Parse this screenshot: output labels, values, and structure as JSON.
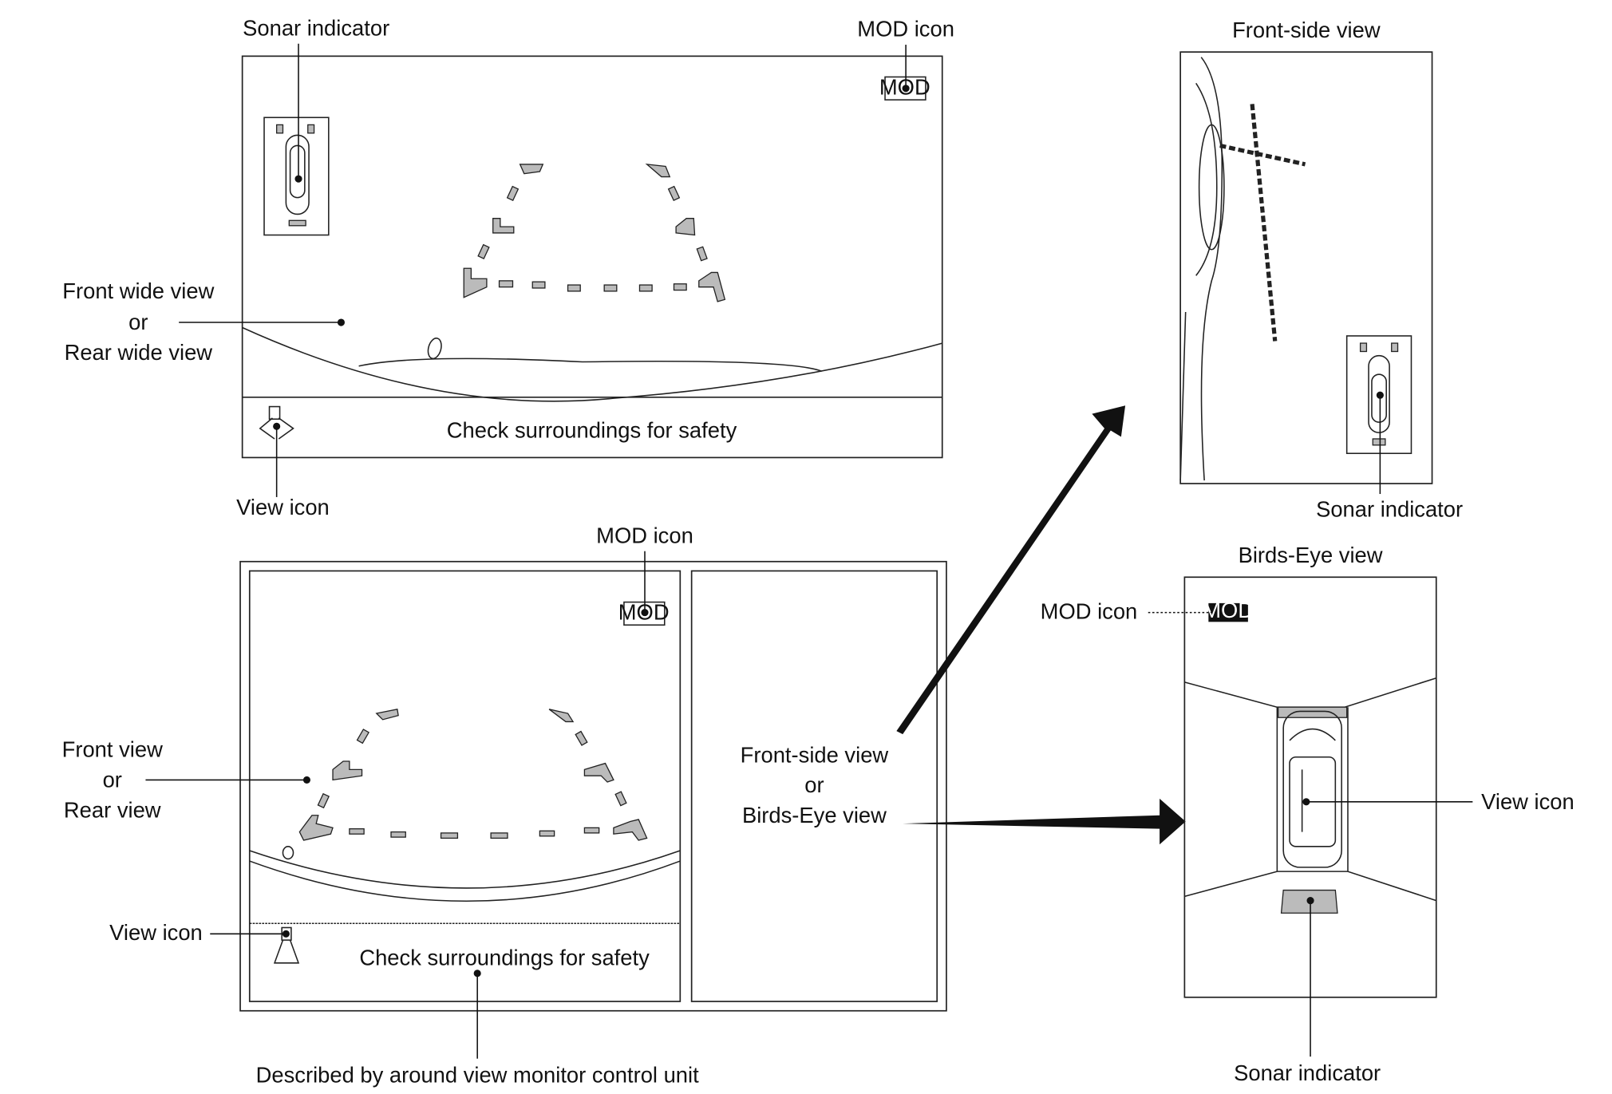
{
  "labels": {
    "sonar_indicator_top": "Sonar indicator",
    "mod_icon_top": "MOD icon",
    "front_wide_view": "Front wide view",
    "or_1": "or",
    "rear_wide_view": "Rear wide view",
    "check_surroundings_top": "Check surroundings for safety",
    "view_icon_top": "View icon",
    "mod_icon_middle": "MOD icon",
    "front_view": "Front view",
    "or_2": "or",
    "rear_view": "Rear view",
    "view_icon_bottom": "View icon",
    "check_surroundings_bottom": "Check surroundings for safety",
    "described_by": "Described by around view monitor control unit",
    "front_side_view_mid": "Front-side view",
    "or_3": "or",
    "birds_eye_view_mid": "Birds-Eye view",
    "front_side_view_title": "Front-side view",
    "sonar_indicator_right": "Sonar indicator",
    "birds_eye_view_title": "Birds-Eye view",
    "mod_icon_right": "MOD icon",
    "view_icon_right": "View icon",
    "sonar_indicator_bottom": "Sonar indicator"
  },
  "icons": {
    "mod_badge": "MOD",
    "mod_badge_inverted": "MOD"
  },
  "colors": {
    "line": "#111111",
    "background": "#ffffff"
  }
}
